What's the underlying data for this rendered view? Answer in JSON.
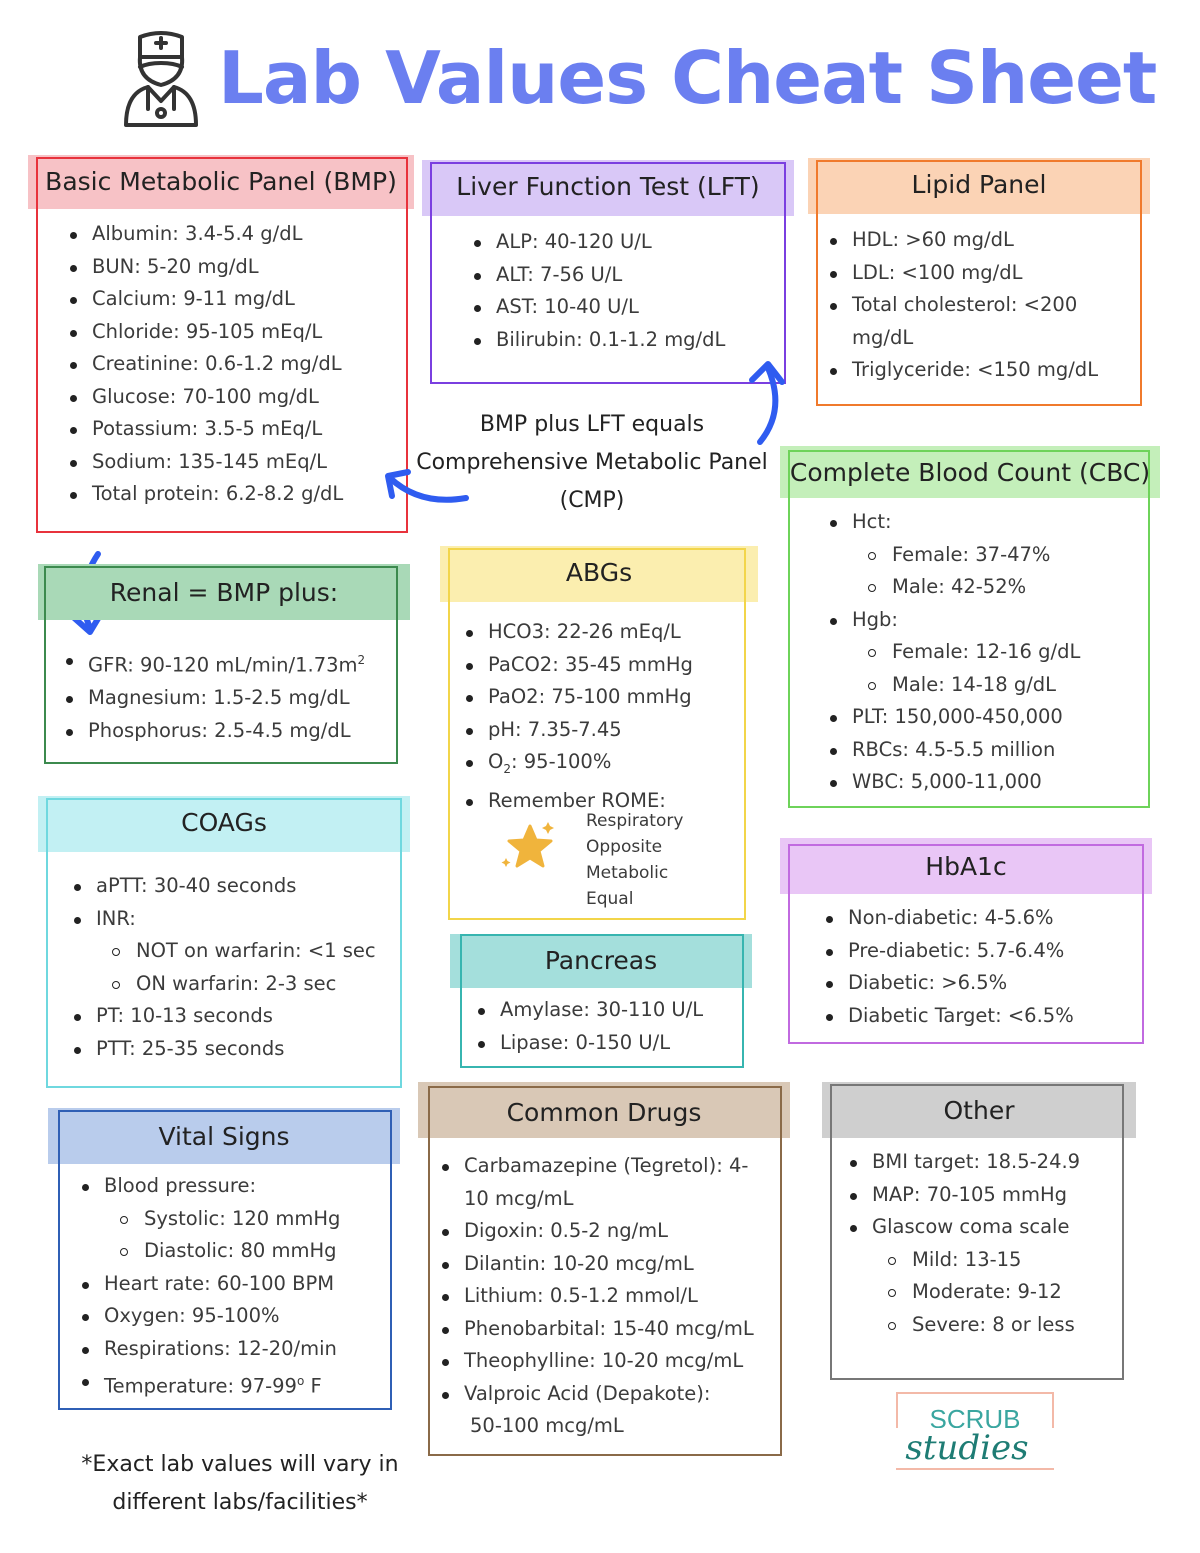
{
  "title": "Lab Values Cheat Sheet",
  "colors": {
    "title": "#6b7ff0",
    "bmp": "#e8323c",
    "bmp_hdr": "#f7c2c6",
    "lft": "#7a3fe0",
    "lft_hdr": "#d9c8f7",
    "lipid": "#f07a2c",
    "lipid_hdr": "#fbd3b5",
    "renal": "#3c8a4e",
    "renal_hdr": "#a9d9b7",
    "abgs": "#f2d54a",
    "abgs_hdr": "#fbeeaf",
    "cbc": "#6ed35a",
    "cbc_hdr": "#c4efba",
    "coags": "#6fd8df",
    "coags_hdr": "#c2f0f3",
    "pancreas": "#37b5b0",
    "pancreas_hdr": "#a4dfdc",
    "hba1c": "#c16ae0",
    "hba1c_hdr": "#e9c6f6",
    "vitals": "#2f5fb5",
    "vitals_hdr": "#b9ccec",
    "drugs": "#8a6a48",
    "drugs_hdr": "#d9c8b6",
    "other": "#777777",
    "other_hdr": "#cfcfcf",
    "arrow": "#2f5cf0",
    "star": "#f0b43c",
    "logo_teal": "#3aa6a0"
  },
  "bmp": {
    "header": "Basic Metabolic Panel (BMP)",
    "items": [
      "Albumin: 3.4-5.4 g/dL",
      "BUN: 5-20 mg/dL",
      "Calcium: 9-11 mg/dL",
      "Chloride: 95-105 mEq/L",
      "Creatinine: 0.6-1.2 mg/dL",
      "Glucose:  70-100 mg/dL",
      "Potassium: 3.5-5 mEq/L",
      "Sodium: 135-145 mEq/L",
      "Total protein: 6.2-8.2 g/dL"
    ]
  },
  "lft": {
    "header": "Liver Function Test (LFT)",
    "items": [
      "ALP: 40-120 U/L",
      "ALT: 7-56 U/L",
      "AST: 10-40 U/L",
      "Bilirubin: 0.1-1.2 mg/dL"
    ]
  },
  "lipid": {
    "header": "Lipid Panel",
    "items": [
      "HDL: >60 mg/dL",
      "LDL: <100 mg/dL",
      "Total cholesterol: <200",
      "mg/dL",
      "Triglyceride: <150 mg/dL"
    ]
  },
  "cmp_note": {
    "line1": "BMP plus LFT equals",
    "line2": "Comprehensive Metabolic Panel",
    "line3": "(CMP)"
  },
  "renal": {
    "header": "Renal = BMP plus:",
    "gfr": "GFR: 90-120 mL/min/1.73m",
    "gfr_sup": "2",
    "items": [
      "Magnesium: 1.5-2.5 mg/dL",
      "Phosphorus: 2.5-4.5 mg/dL"
    ]
  },
  "abgs": {
    "header": "ABGs",
    "items": [
      "HCO3: 22-26 mEq/L",
      "PaCO2: 35-45 mmHg",
      "PaO2: 75-100 mmHg",
      "pH: 7.35-7.45"
    ],
    "o2_prefix": "O",
    "o2_sub": "2",
    "o2_value": ": 95-100%",
    "rome_label": "Remember ROME:",
    "rome": [
      "Respiratory",
      "Opposite",
      "Metabolic",
      "Equal"
    ]
  },
  "cbc": {
    "header": "Complete Blood Count (CBC)",
    "items": [
      "Hct:",
      "Female: 37-47%",
      "Male: 42-52%",
      "Hgb:",
      "Female: 12-16 g/dL",
      "Male: 14-18 g/dL",
      "PLT: 150,000-450,000",
      "RBCs: 4.5-5.5 million",
      "WBC: 5,000-11,000"
    ]
  },
  "coags": {
    "header": "COAGs",
    "items": [
      "aPTT: 30-40 seconds",
      "INR:",
      "NOT on warfarin: <1 sec",
      "ON warfarin: 2-3 sec",
      "PT: 10-13 seconds",
      "PTT: 25-35 seconds"
    ]
  },
  "pancreas": {
    "header": "Pancreas",
    "items": [
      "Amylase: 30-110 U/L",
      "Lipase: 0-150 U/L"
    ]
  },
  "hba1c": {
    "header": "HbA1c",
    "items": [
      "Non-diabetic: 4-5.6%",
      "Pre-diabetic: 5.7-6.4%",
      "Diabetic: >6.5%",
      "Diabetic Target: <6.5%"
    ]
  },
  "vitals": {
    "header": "Vital Signs",
    "items": [
      "Blood pressure:",
      "Systolic: 120 mmHg",
      "Diastolic: 80 mmHg",
      "Heart rate: 60-100 BPM",
      "Oxygen: 95-100%",
      "Respirations: 12-20/min"
    ],
    "temp": "Temperature: 97-99",
    "temp_deg": "o",
    "temp_unit": " F"
  },
  "drugs": {
    "header": "Common Drugs",
    "items": [
      "Carbamazepine (Tegretol): 4-",
      "10 mcg/mL",
      "Digoxin: 0.5-2 ng/mL",
      "Dilantin: 10-20 mcg/mL",
      "Lithium: 0.5-1.2 mmol/L",
      "Phenobarbital: 15-40 mcg/mL",
      "Theophylline: 10-20 mcg/mL",
      "Valproic Acid (Depakote):",
      "50-100 mcg/mL"
    ]
  },
  "other": {
    "header": "Other",
    "items": [
      "BMI target: 18.5-24.9",
      "MAP: 70-105 mmHg",
      "Glascow coma scale",
      "Mild: 13-15",
      "Moderate: 9-12",
      "Severe: 8 or less"
    ]
  },
  "footnote": {
    "line1": "*Exact lab values will vary in",
    "line2": "different labs/facilities*"
  },
  "logo": {
    "top": "SCRUB",
    "bottom": "studies"
  },
  "icons": [
    "nurse-icon",
    "star-icon",
    "curved-arrow-icon"
  ]
}
